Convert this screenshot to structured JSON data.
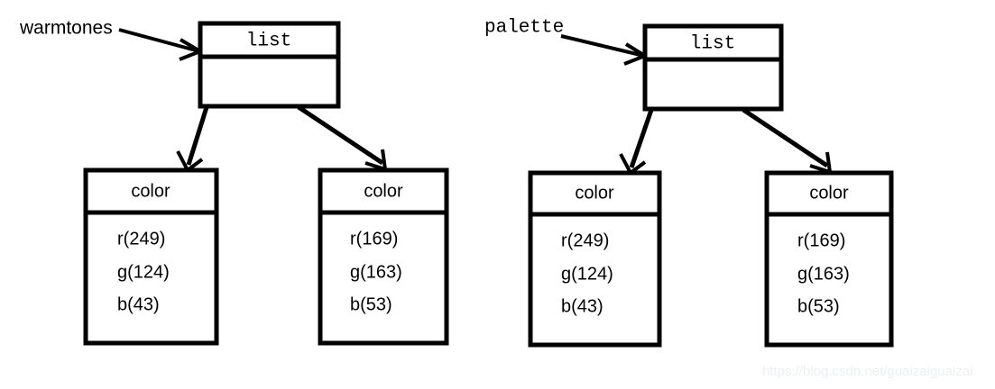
{
  "diagram": {
    "kind": "object-reference-diagram",
    "groups": [
      {
        "reference_label": "warmtones",
        "reference_label_font": "sans",
        "container": {
          "title": "list"
        },
        "objects": [
          {
            "header": "color",
            "attributes": [
              "r(249)",
              "g(124)",
              "b(43)"
            ]
          },
          {
            "header": "color",
            "attributes": [
              "r(169)",
              "g(163)",
              "b(53)"
            ]
          }
        ]
      },
      {
        "reference_label": "palette",
        "reference_label_font": "mono",
        "container": {
          "title": "list"
        },
        "objects": [
          {
            "header": "color",
            "attributes": [
              "r(249)",
              "g(124)",
              "b(43)"
            ]
          },
          {
            "header": "color",
            "attributes": [
              "r(169)",
              "g(163)",
              "b(53)"
            ]
          }
        ]
      }
    ],
    "watermark": "https://blog.csdn.net/guaizaiguaizai",
    "colors": {
      "stroke": "#000000",
      "background": "#ffffff",
      "watermark": "#eceff1"
    }
  }
}
